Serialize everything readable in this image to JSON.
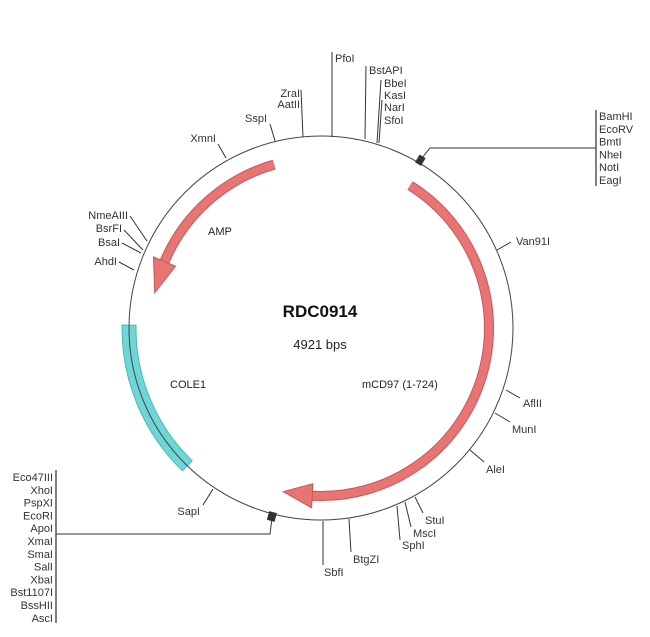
{
  "plasmid": {
    "name": "RDC0914",
    "size_label": "4921 bps"
  },
  "features": [
    {
      "name": "AMP",
      "color": "#e87575",
      "type": "arrow-ccw"
    },
    {
      "name": "mCD97 (1-724)",
      "color": "#e87575",
      "type": "arrow-cw"
    },
    {
      "name": "COLE1",
      "color": "#6fd6d6",
      "type": "block"
    }
  ],
  "sites": {
    "pfoi": "PfoI",
    "bstapi": "BstAPI",
    "group_top": [
      "BbeI",
      "KasI",
      "NarI",
      "SfoI"
    ],
    "group_zra": [
      "ZraI",
      "AatII"
    ],
    "sspi": "SspI",
    "xmni": "XmnI",
    "van91i": "Van91I",
    "aflii": "AflII",
    "muni": "MunI",
    "alei": "AleI",
    "stui": "StuI",
    "msci": "MscI",
    "sphi": "SphI",
    "btgzi": "BtgZI",
    "sbfi": "SbfI",
    "sapi": "SapI",
    "ahdi": "AhdI",
    "bsai": "BsaI",
    "bsrfi": "BsrFI",
    "nmeaiii": "NmeAIII"
  },
  "mcs_top": [
    "BamHI",
    "EcoRV",
    "BmtI",
    "NheI",
    "NotI",
    "EagI"
  ],
  "mcs_bottom": [
    "Eco47III",
    "XhoI",
    "PspXI",
    "EcoRI",
    "ApoI",
    "XmaI",
    "SmaI",
    "SalI",
    "XbaI",
    "Bst1107I",
    "BssHII",
    "AscI"
  ]
}
